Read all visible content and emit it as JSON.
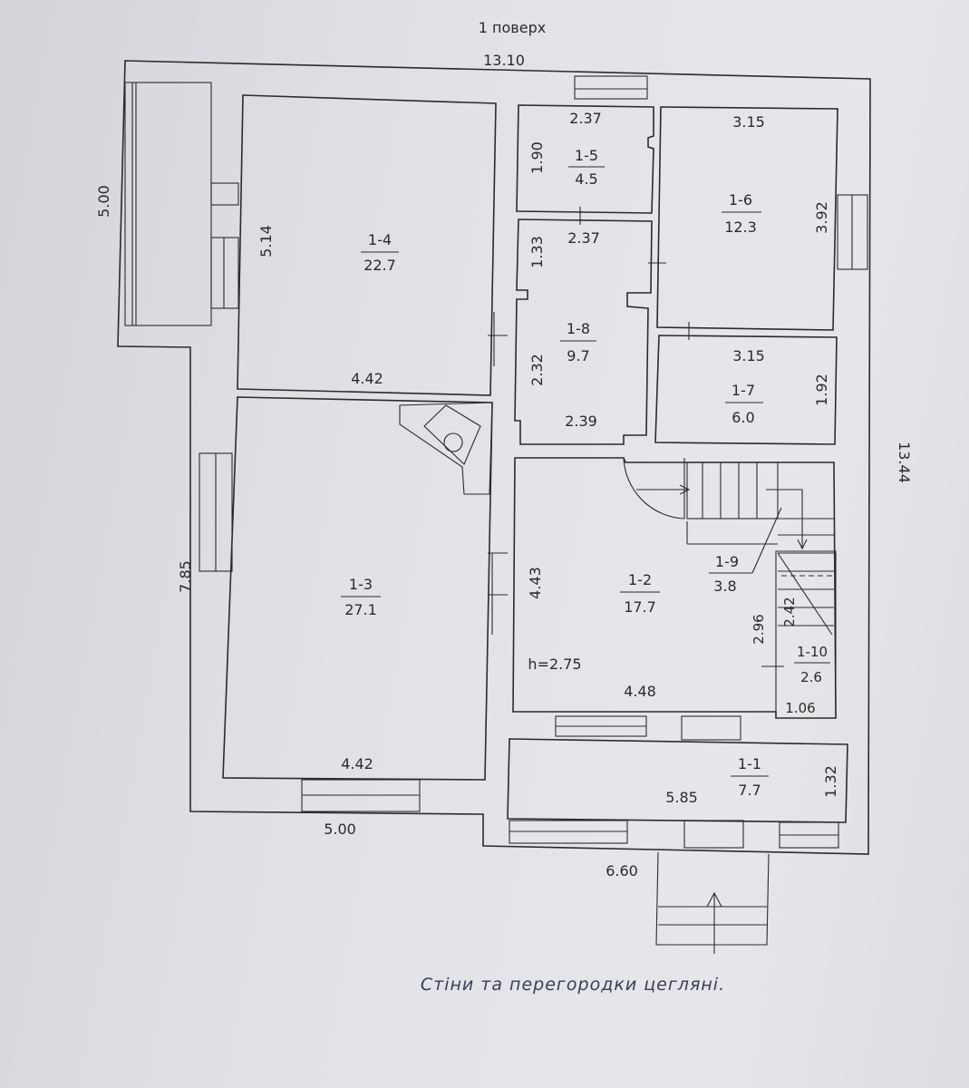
{
  "title": "1 поверх",
  "caption": "Стіни та перегородки цегляні.",
  "overall_dims": {
    "top": "13.10",
    "right": "13.44",
    "left_upper": "5.00",
    "left_lower": "7.85",
    "bottom_left": "5.00",
    "bottom_right": "6.60"
  },
  "rooms": {
    "r1_1": {
      "id": "1-1",
      "area": "7.7",
      "dim_w": "5.85",
      "dim_h": "1.32"
    },
    "r1_2": {
      "id": "1-2",
      "area": "17.7",
      "dim_w": "4.48",
      "dim_h": "4.43",
      "height": "h=2.75"
    },
    "r1_3": {
      "id": "1-3",
      "area": "27.1",
      "dim_w": "4.42"
    },
    "r1_4": {
      "id": "1-4",
      "area": "22.7",
      "dim_w": "4.42",
      "dim_h": "5.14"
    },
    "r1_5": {
      "id": "1-5",
      "area": "4.5",
      "dim_w": "2.37",
      "dim_h": "1.90"
    },
    "r1_6": {
      "id": "1-6",
      "area": "12.3",
      "dim_w": "3.15",
      "dim_h": "3.92"
    },
    "r1_7": {
      "id": "1-7",
      "area": "6.0",
      "dim_w": "3.15",
      "dim_h": "1.92"
    },
    "r1_8": {
      "id": "1-8",
      "area": "9.7",
      "dim_w_top": "2.37",
      "dim_w_bottom": "2.39",
      "dim_h_top": "1.33",
      "dim_h": "2.32"
    },
    "r1_9": {
      "id": "1-9",
      "area": "3.8"
    },
    "r1_10": {
      "id": "1-10",
      "area": "2.6",
      "dim_w": "1.06",
      "dim_h": "2.96",
      "dim_h2": "2.42"
    }
  }
}
